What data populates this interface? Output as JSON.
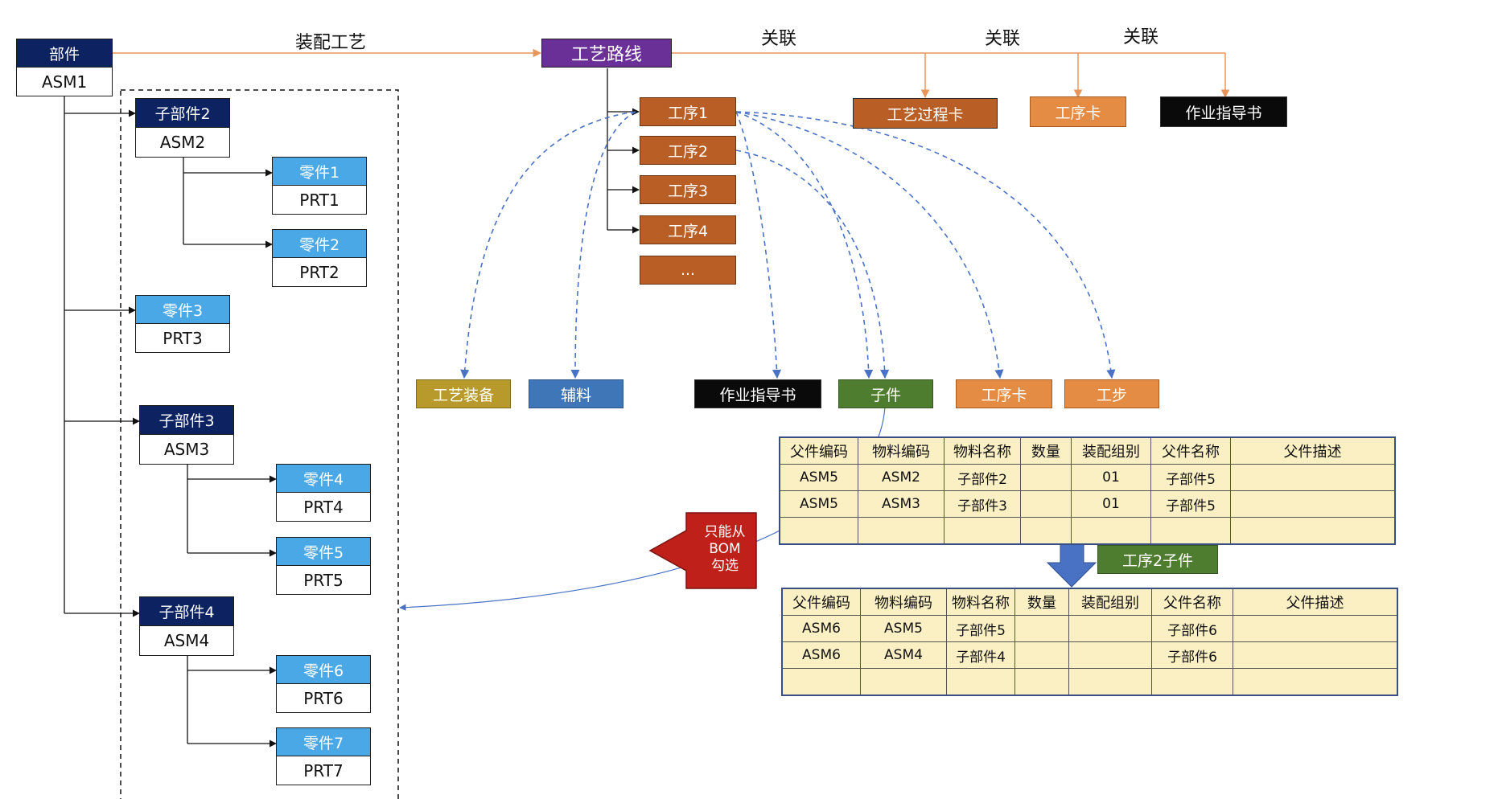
{
  "edge_labels": {
    "assembly_process": "装配工艺",
    "assoc_1": "关联",
    "assoc_2": "关联",
    "assoc_3": "关联"
  },
  "bom": {
    "root": {
      "title": "部件",
      "code": "ASM1"
    },
    "children": [
      {
        "id": "asm2",
        "type": "assembly",
        "title": "子部件2",
        "code": "ASM2"
      },
      {
        "id": "prt1",
        "type": "part",
        "title": "零件1",
        "code": "PRT1"
      },
      {
        "id": "prt2",
        "type": "part",
        "title": "零件2",
        "code": "PRT2"
      },
      {
        "id": "prt3",
        "type": "part",
        "title": "零件3",
        "code": "PRT3"
      },
      {
        "id": "asm3",
        "type": "assembly",
        "title": "子部件3",
        "code": "ASM3"
      },
      {
        "id": "prt4",
        "type": "part",
        "title": "零件4",
        "code": "PRT4"
      },
      {
        "id": "prt5",
        "type": "part",
        "title": "零件5",
        "code": "PRT5"
      },
      {
        "id": "asm4",
        "type": "assembly",
        "title": "子部件4",
        "code": "ASM4"
      },
      {
        "id": "prt6",
        "type": "part",
        "title": "零件6",
        "code": "PRT6"
      },
      {
        "id": "prt7",
        "type": "part",
        "title": "零件7",
        "code": "PRT7"
      }
    ]
  },
  "route": {
    "label": "工艺路线"
  },
  "operations": [
    "工序1",
    "工序2",
    "工序3",
    "工序4",
    "..."
  ],
  "cards": [
    "工艺过程卡",
    "工序卡",
    "作业指导书"
  ],
  "resources": [
    "工艺装备",
    "辅料",
    "作业指导书",
    "子件",
    "工序卡",
    "工步"
  ],
  "callout": {
    "lines": [
      "只能从",
      "BOM",
      "勾选"
    ]
  },
  "op2_child_label": "工序2子件",
  "tables": {
    "headers": [
      "父件编码",
      "物料编码",
      "物料名称",
      "数量",
      "装配组别",
      "父件名称",
      "父件描述"
    ],
    "table1": [
      [
        "ASM5",
        "ASM2",
        "子部件2",
        "",
        "01",
        "子部件5",
        ""
      ],
      [
        "ASM5",
        "ASM3",
        "子部件3",
        "",
        "01",
        "子部件5",
        ""
      ],
      [
        "",
        "",
        "",
        "",
        "",
        "",
        ""
      ]
    ],
    "table2": [
      [
        "ASM6",
        "ASM5",
        "子部件5",
        "",
        "",
        "子部件6",
        ""
      ],
      [
        "ASM6",
        "ASM4",
        "子部件4",
        "",
        "",
        "子部件6",
        ""
      ],
      [
        "",
        "",
        "",
        "",
        "",
        "",
        ""
      ]
    ]
  },
  "colors": {
    "assembly_header": "#0d2260",
    "part_header": "#4aa8e6",
    "route": "#6a3098",
    "operation": "#b95f26",
    "card_light": "#e58c44",
    "black_box": "#0a0a0a",
    "equipment": "#b89a2c",
    "auxiliary": "#3f76b8",
    "child": "#4f7d2f",
    "table_fill": "#fbefc4",
    "table_border": "#3a4e86",
    "connector_orange": "#e8955a",
    "dashed_blue": "#4a72c4",
    "callout_red": "#c0201a",
    "down_arrow": "#4a72c4"
  }
}
